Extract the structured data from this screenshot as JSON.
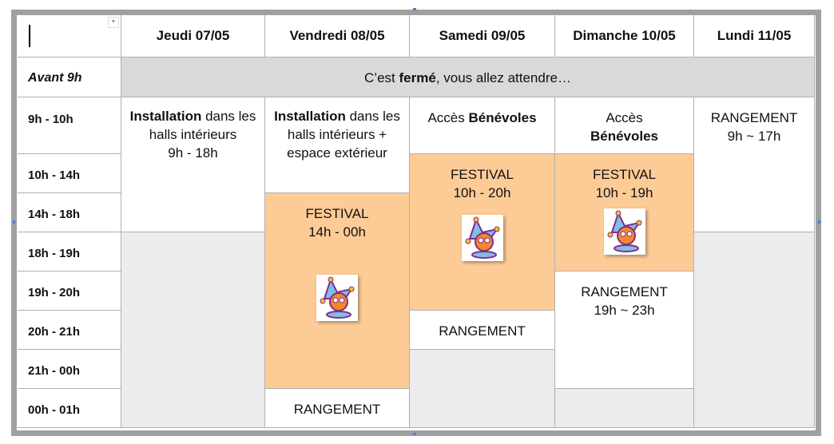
{
  "header": {
    "corner": "",
    "days": [
      "Jeudi 07/05",
      "Vendredi 08/05",
      "Samedi 09/05",
      "Dimanche 10/05",
      "Lundi 11/05"
    ]
  },
  "avant": {
    "label": "Avant 9h",
    "msg_pre": "C’est ",
    "msg_bold": "fermé",
    "msg_post": ", vous allez attendre…"
  },
  "times": [
    "9h - 10h",
    "10h - 14h",
    "14h - 18h",
    "18h - 19h",
    "19h - 20h",
    "20h - 21h",
    "21h - 00h",
    "00h - 01h"
  ],
  "events": {
    "jeudi_install": {
      "bold": "Installation",
      "rest": " dans les halls intérieurs",
      "time": "9h - 18h"
    },
    "vendredi_install": {
      "bold": "Installation",
      "rest": " dans les halls intérieurs + espace extérieur"
    },
    "vendredi_festival": {
      "title": "FESTIVAL",
      "time": "14h - 00h"
    },
    "vendredi_rangement": {
      "title": "RANGEMENT"
    },
    "samedi_acces": {
      "pre": "Accès ",
      "bold": "Bénévoles"
    },
    "samedi_festival": {
      "title": "FESTIVAL",
      "time": "10h - 20h"
    },
    "samedi_rangement": {
      "title": "RANGEMENT"
    },
    "dimanche_acces": {
      "pre": "Accès",
      "bold": "Bénévoles"
    },
    "dimanche_festival": {
      "title": "FESTIVAL",
      "time": "10h - 19h"
    },
    "dimanche_rangement": {
      "title": "RANGEMENT",
      "time": "19h ~ 23h"
    },
    "lundi_rangement": {
      "title": "RANGEMENT",
      "time": "9h ~ 17h"
    }
  },
  "colors": {
    "festival": "#fdcb96",
    "closed": "#d9d9d9",
    "empty": "#ececec"
  }
}
